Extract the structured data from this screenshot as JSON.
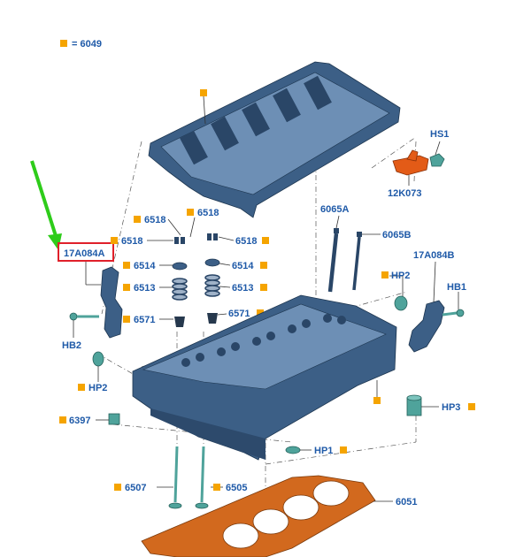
{
  "legend": {
    "text": "= 6049"
  },
  "labels": {
    "hs1": "HS1",
    "k12k073": "12K073",
    "l6065a": "6065A",
    "l6065b": "6065B",
    "l17a084a": "17A084A",
    "l17a084b": "17A084B",
    "l6518_a": "6518",
    "l6518_b": "6518",
    "l6518_c": "6518",
    "l6518_d": "6518",
    "l6514_a": "6514",
    "l6514_b": "6514",
    "l6513_a": "6513",
    "l6513_b": "6513",
    "l6571_a": "6571",
    "l6571_b": "6571",
    "hp2_a": "HP2",
    "hp2_b": "HP2",
    "hb1": "HB1",
    "hb2": "HB2",
    "hp3": "HP3",
    "l6397": "6397",
    "hp1": "HP1",
    "l6507": "6507",
    "l6505": "6505",
    "l6051": "6051"
  },
  "colors": {
    "callout": "#1f5aa8",
    "marker": "#f5a400",
    "arrow": "#2ecc1a",
    "highlight_box": "#e0202a",
    "part": "#3c5f86",
    "gasket": "#d2691e"
  }
}
